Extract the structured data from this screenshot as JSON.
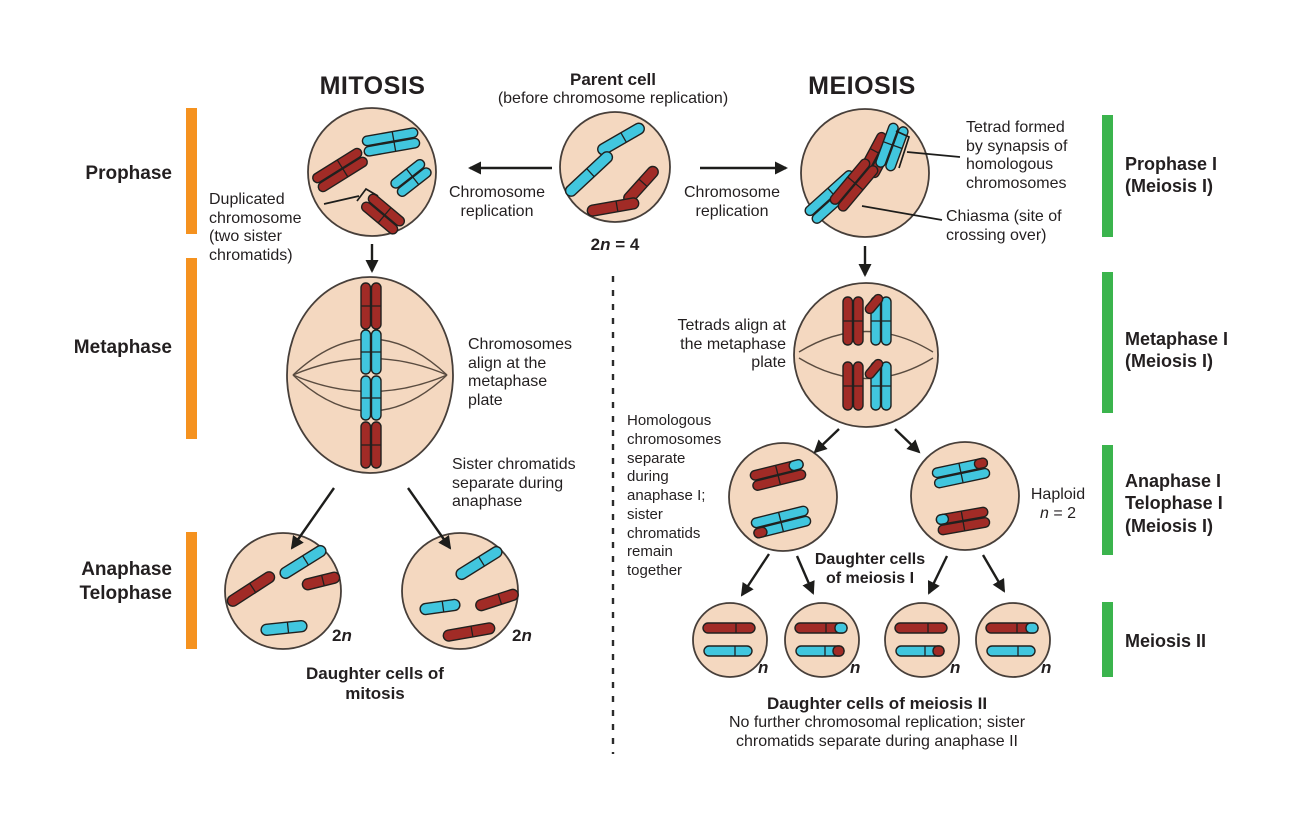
{
  "colors": {
    "cell-fill": "#f4d8c0",
    "cell-stroke": "#473f3a",
    "chrom-cyan": "#41c6de",
    "chrom-red": "#a12b26",
    "chrom-stroke": "#20201e",
    "bar-orange": "#f5921f",
    "bar-green": "#3bb44d",
    "ink": "#231f20"
  },
  "header": {
    "mitosis_title": "MITOSIS",
    "meiosis_title": "MEIOSIS",
    "parent_title": "Parent cell",
    "parent_subtitle": "(before chromosome replication)",
    "replication_left": "Chromosome replication",
    "replication_right": "Chromosome replication"
  },
  "ploidy": {
    "parent_prefix": "2",
    "parent_n": "n",
    "parent_suffix": " = 4",
    "daughter_prefix": "2",
    "daughter_n": "n",
    "haploid_word": "Haploid",
    "haploid_n": "n",
    "haploid_suffix": " = 2",
    "meiosis2_n": "n"
  },
  "mitosis": {
    "stage1": "Prophase",
    "stage2": "Metaphase",
    "stage3_line1": "Anaphase",
    "stage3_line2": "Telophase",
    "duplicated_note": "Duplicated chromosome (two sister chromatids)",
    "align_note": "Chromosomes align at the metaphase plate",
    "separate_note": "Sister chromatids separate during anaphase",
    "daughter_caption": "Daughter cells of mitosis"
  },
  "meiosis": {
    "stage1_line1": "Prophase I",
    "stage1_line2": "(Meiosis I)",
    "stage2_line1": "Metaphase I",
    "stage2_line2": "(Meiosis I)",
    "stage3_line1": "Anaphase I",
    "stage3_line2": "Telophase I",
    "stage3_line3": "(Meiosis I)",
    "stage4": "Meiosis II",
    "tetrad_note": "Tetrad formed by synapsis of homologous chromosomes",
    "chiasma_note": "Chiasma (site of crossing over)",
    "tetrads_align_note": "Tetrads align at the metaphase plate",
    "homologous_lines": [
      "Homologous",
      "chromosomes",
      "separate",
      "during",
      "anaphase I;",
      "sister",
      "chromatids",
      "remain",
      "together"
    ],
    "daughter1_caption": "Daughter cells of meiosis I",
    "daughter2_caption": "Daughter cells of meiosis II",
    "daughter2_note": "No further chromosomal replication; sister chromatids separate during anaphase II"
  }
}
